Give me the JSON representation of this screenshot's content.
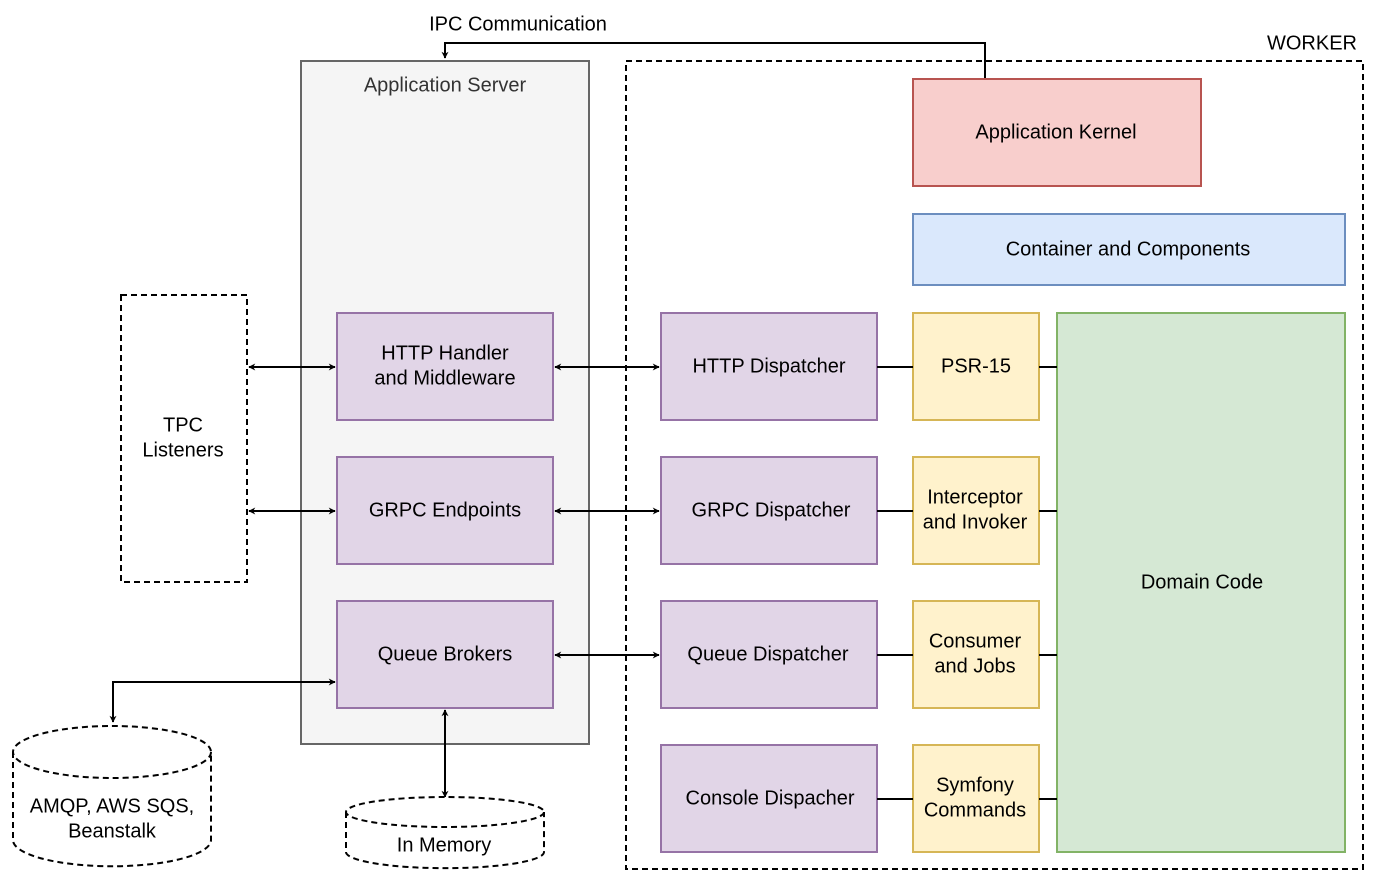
{
  "labels": {
    "ipc": "IPC Communication",
    "worker": "WORKER",
    "app_server": "Application Server",
    "tpc_line1": "TPC",
    "tpc_line2": "Listeners",
    "app_kernel": "Application Kernel",
    "container": "Container and Components",
    "domain_code": "Domain Code",
    "in_memory": "In Memory",
    "amqp_line1": "AMQP, AWS SQS,",
    "amqp_line2": "Beanstalk"
  },
  "server_boxes": {
    "http_line1": "HTTP Handler",
    "http_line2": "and Middleware",
    "grpc": "GRPC Endpoints",
    "queue": "Queue Brokers"
  },
  "dispatchers": {
    "http": "HTTP Dispatcher",
    "grpc": "GRPC Dispatcher",
    "queue": "Queue Dispatcher",
    "console": "Console Dispacher"
  },
  "adapters": {
    "psr": "PSR-15",
    "interceptor_line1": "Interceptor",
    "interceptor_line2": "and Invoker",
    "consumer_line1": "Consumer",
    "consumer_line2": "and Jobs",
    "symfony_line1": "Symfony",
    "symfony_line2": "Commands"
  },
  "colors": {
    "server_fill": "#f5f5f5",
    "server_stroke": "#666666",
    "purple_fill": "#e1d5e7",
    "purple_stroke": "#9673a6",
    "yellow_fill": "#fff2cc",
    "yellow_stroke": "#d6b656",
    "red_fill": "#f8cecc",
    "red_stroke": "#b85450",
    "blue_fill": "#dae8fc",
    "blue_stroke": "#6c8ebf",
    "green_fill": "#d5e8d4",
    "green_stroke": "#82b366"
  }
}
